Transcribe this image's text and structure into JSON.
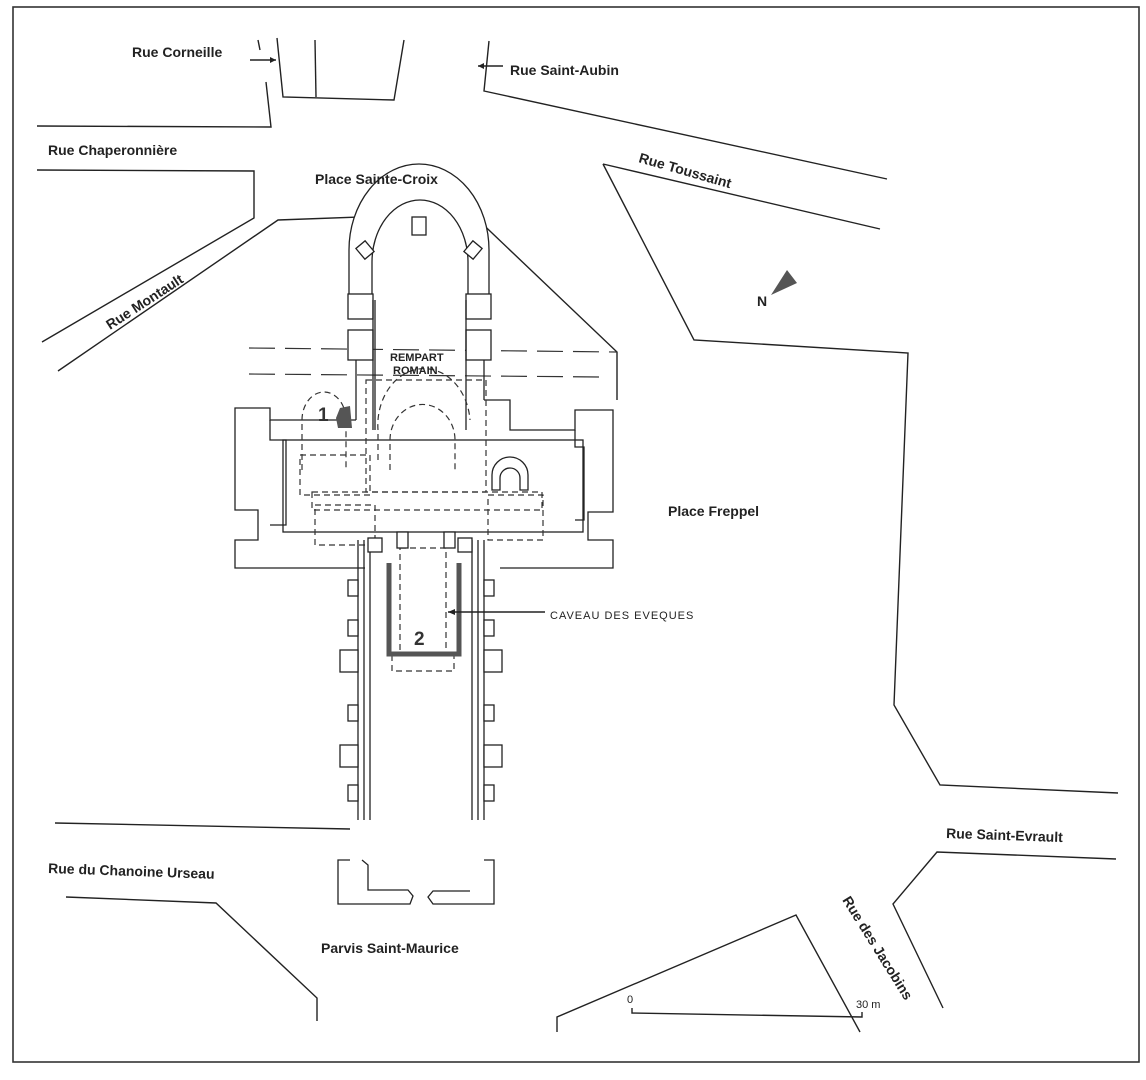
{
  "map": {
    "type": "site-plan",
    "streets": [
      {
        "id": "rue-corneille",
        "label": "Rue Corneille"
      },
      {
        "id": "rue-saint-aubin",
        "label": "Rue Saint-Aubin"
      },
      {
        "id": "rue-chaperonniere",
        "label": "Rue  Chaperonnière"
      },
      {
        "id": "rue-toussaint",
        "label": "Rue  Toussaint"
      },
      {
        "id": "rue-montault",
        "label": "Rue  Montault"
      },
      {
        "id": "rue-du-chanoine-urseau",
        "label": "Rue  du  Chanoine  Urseau"
      },
      {
        "id": "rue-saint-evrault",
        "label": "Rue  Saint-Evrault"
      },
      {
        "id": "rue-des-jacobins",
        "label": "Rue  des  Jacobins"
      }
    ],
    "places": [
      {
        "id": "place-sainte-croix",
        "label": "Place  Sainte-Croix"
      },
      {
        "id": "place-freppel",
        "label": "Place  Freppel"
      },
      {
        "id": "parvis-saint-maurice",
        "label": "Parvis  Saint-Maurice"
      }
    ],
    "annotations": {
      "rempart_line1": "REMPART",
      "rempart_line2": "ROMAIN",
      "caveau": "CAVEAU DES EVEQUES",
      "marker_1": "1",
      "marker_2": "2"
    },
    "north_arrow": {
      "label": "N",
      "icon": "north-arrow-icon"
    },
    "scale_bar": {
      "start_label": "0",
      "end_label": "30 m",
      "length_m": 30
    },
    "colors": {
      "ink": "#222222",
      "fill_highlight": "#555555",
      "paper": "#ffffff"
    }
  }
}
